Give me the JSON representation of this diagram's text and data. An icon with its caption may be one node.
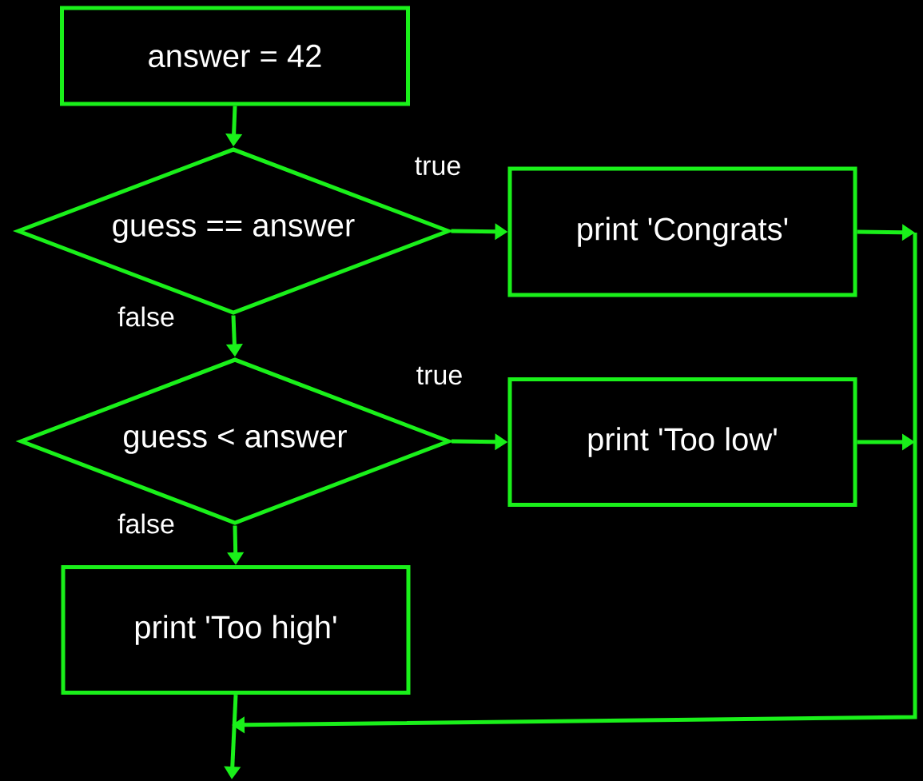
{
  "diagram": {
    "nodes": [
      {
        "text": [
          "answer = 42"
        ]
      },
      {
        "text": [
          "guess == answer"
        ]
      },
      {
        "text": [
          "print 'Congrats'"
        ]
      },
      {
        "text": [
          "guess < answer"
        ]
      },
      {
        "text": [
          "print 'Too low'"
        ]
      },
      {
        "text": [
          "print 'Too high'"
        ]
      }
    ],
    "edges": [
      {
        "from": 0,
        "to": 1,
        "arrow": "to"
      },
      {
        "from": 1,
        "to": 2,
        "arrow": "to",
        "label": "true"
      },
      {
        "from": 1,
        "to": 3,
        "arrow": "to",
        "label": "false"
      },
      {
        "from": 3,
        "to": 4,
        "arrow": "to",
        "label": "true"
      },
      {
        "from": 3,
        "to": 5,
        "arrow": "to",
        "label": "false"
      },
      {
        "from": 2,
        "to": null,
        "arrow": "to"
      },
      {
        "from": 4,
        "to": null,
        "arrow": "to"
      },
      {
        "from": 5,
        "to": null,
        "arrow": "to"
      }
    ]
  }
}
